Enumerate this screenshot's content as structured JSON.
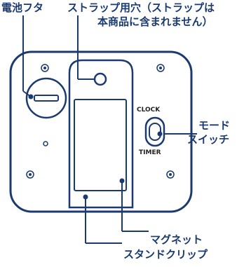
{
  "labels": {
    "battery_cover": "電池フタ",
    "strap_hole_line1": "ストラップ用穴（ストラップは",
    "strap_hole_line2": "本商品に含まれません）",
    "mode_switch_line1": "モード",
    "mode_switch_line2": "スイッチ",
    "magnet_clip_line1": "マグネット",
    "magnet_clip_line2": "スタンドクリップ",
    "switch_clock": "CLOCK",
    "switch_timer": "TIMER"
  },
  "colors": {
    "outline": "#1a3a70",
    "label": "#1a3a70",
    "device_fill": "#ffffff",
    "leader_line": "#1a3a70"
  }
}
